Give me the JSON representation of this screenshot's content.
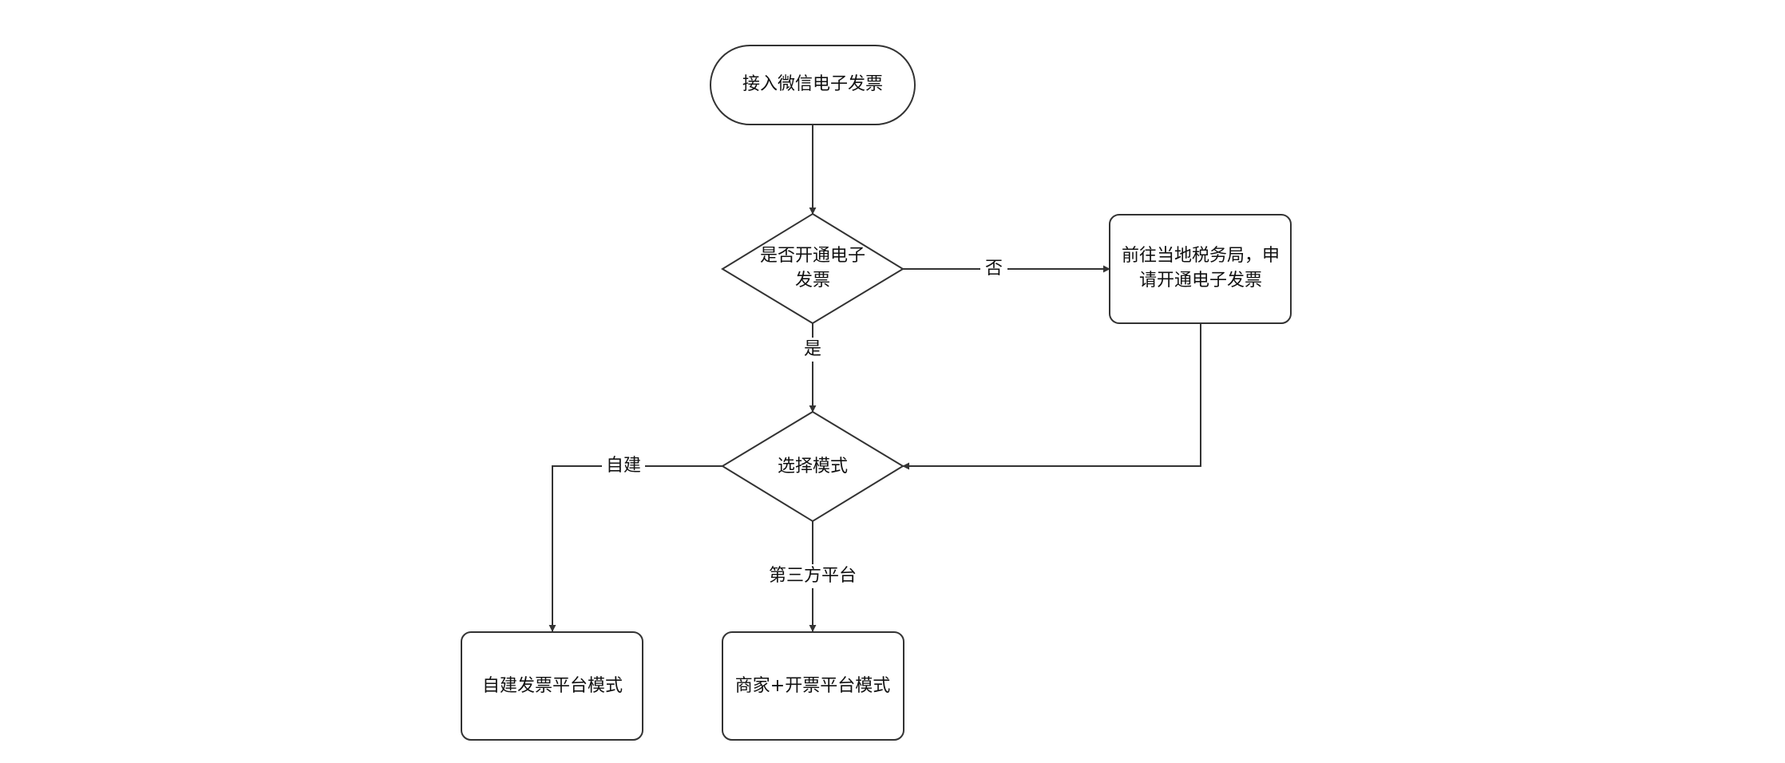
{
  "diagram": {
    "type": "flowchart",
    "nodes": {
      "start": {
        "label": "接入微信电子发票",
        "shape": "terminator"
      },
      "decision_open": {
        "label_line1": "是否开通电子",
        "label_line2": "发票",
        "shape": "decision"
      },
      "apply": {
        "label_line1": "前往当地税务局，申",
        "label_line2": "请开通电子发票",
        "shape": "process"
      },
      "decision_mode": {
        "label": "选择模式",
        "shape": "decision"
      },
      "self_built": {
        "label": "自建发票平台模式",
        "shape": "process"
      },
      "third_party": {
        "label": "商家+开票平台模式",
        "shape": "process"
      }
    },
    "edges": {
      "start_to_open": {
        "from": "start",
        "to": "decision_open",
        "label": ""
      },
      "open_no": {
        "from": "decision_open",
        "to": "apply",
        "label": "否"
      },
      "open_yes": {
        "from": "decision_open",
        "to": "decision_mode",
        "label": "是"
      },
      "apply_to_mode": {
        "from": "apply",
        "to": "decision_mode",
        "label": ""
      },
      "mode_self": {
        "from": "decision_mode",
        "to": "self_built",
        "label": "自建"
      },
      "mode_third": {
        "from": "decision_mode",
        "to": "third_party",
        "label": "第三方平台"
      }
    },
    "colors": {
      "stroke": "#333333",
      "fill": "#ffffff",
      "text": "#111111",
      "background": "#ffffff"
    }
  }
}
